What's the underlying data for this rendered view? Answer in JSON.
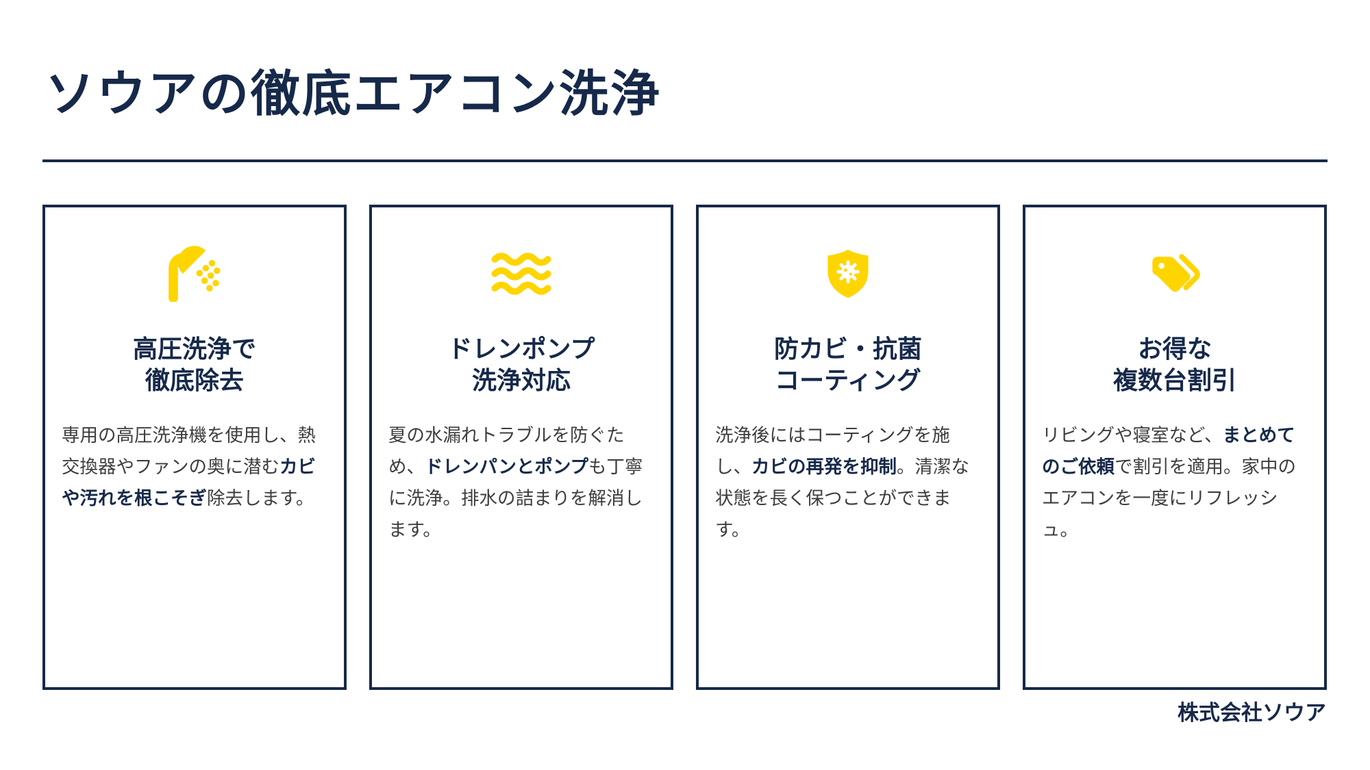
{
  "page": {
    "title": "ソウアの徹底エアコン洗浄",
    "footer": "株式会社ソウア"
  },
  "colors": {
    "navy": "#16294a",
    "yellow": "#ffd500",
    "body_text": "#3d3d3d",
    "background": "#ffffff"
  },
  "cards": [
    {
      "icon": "shower-icon",
      "title_line1": "高圧洗浄で",
      "title_line2": "徹底除去",
      "body": [
        {
          "text": "専用の高圧洗浄機を使用し、熱交換器やファンの奥に潜む",
          "bold": false
        },
        {
          "text": "カビや汚れを根こそぎ",
          "bold": true
        },
        {
          "text": "除去します。",
          "bold": false
        }
      ]
    },
    {
      "icon": "waves-icon",
      "title_line1": "ドレンポンプ",
      "title_line2": "洗浄対応",
      "body": [
        {
          "text": "夏の水漏れトラブルを防ぐため、",
          "bold": false
        },
        {
          "text": "ドレンパンとポンプ",
          "bold": true
        },
        {
          "text": "も丁寧に洗浄。排水の詰まりを解消します。",
          "bold": false
        }
      ]
    },
    {
      "icon": "shield-germ-icon",
      "title_line1": "防カビ・抗菌",
      "title_line2": "コーティング",
      "body": [
        {
          "text": "洗浄後にはコーティングを施し、",
          "bold": false
        },
        {
          "text": "カビの再発を抑制",
          "bold": true
        },
        {
          "text": "。清潔な状態を長く保つことができます。",
          "bold": false
        }
      ]
    },
    {
      "icon": "tags-icon",
      "title_line1": "お得な",
      "title_line2": "複数台割引",
      "body": [
        {
          "text": "リビングや寝室など、",
          "bold": false
        },
        {
          "text": "まとめてのご依頼",
          "bold": true
        },
        {
          "text": "で割引を適用。家中のエアコンを一度にリフレッシュ。",
          "bold": false
        }
      ]
    }
  ]
}
